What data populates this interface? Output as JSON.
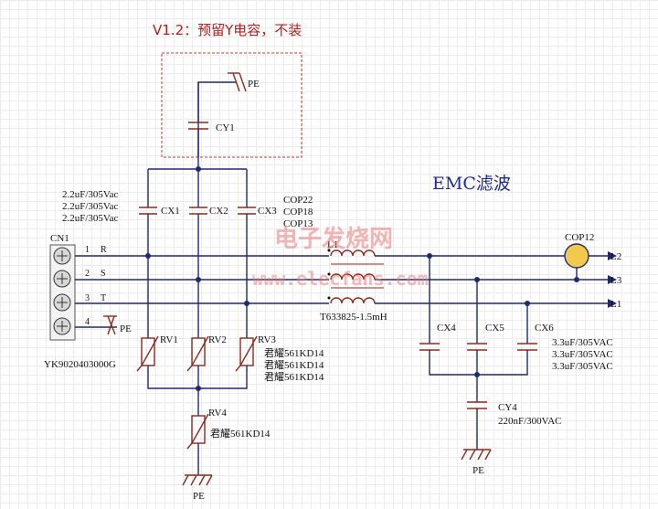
{
  "note": "V1.2：预留Y电容，不装",
  "section_title": "EMC滤波",
  "watermark": {
    "line1": "电子发烧网",
    "line2": "www.elecfans.com"
  },
  "connector": {
    "ref": "CN1",
    "part": "YK9020403000G",
    "pins": [
      {
        "num": "1",
        "net": "R"
      },
      {
        "num": "2",
        "net": "S"
      },
      {
        "num": "3",
        "net": "T"
      },
      {
        "num": "4",
        "net": "PE"
      }
    ]
  },
  "cy1": {
    "ref": "CY1",
    "pe": "PE"
  },
  "x_caps": {
    "refs": [
      "CX1",
      "CX2",
      "CX3"
    ],
    "values": [
      "2.2uF/305Vac",
      "2.2uF/305Vac",
      "2.2uF/305Vac"
    ]
  },
  "cops": [
    "COP22",
    "COP18",
    "COP13"
  ],
  "choke": {
    "ref": "L1",
    "part": "T633825-1.5mH"
  },
  "varistors": {
    "refs": [
      "RV1",
      "RV2",
      "RV3"
    ],
    "values": [
      "君耀561KD14",
      "君耀561KD14",
      "君耀561KD14"
    ]
  },
  "rv4": {
    "ref": "RV4",
    "value": "君耀561KD14",
    "pe": "PE"
  },
  "out_caps": {
    "refs": [
      "CX4",
      "CX5",
      "CX6"
    ],
    "values": [
      "3.3uF/305VAC",
      "3.3uF/305VAC",
      "3.3uF/305VAC"
    ]
  },
  "cy4": {
    "ref": "CY4",
    "value": "220nF/300VAC",
    "pe": "PE"
  },
  "cop12": "COP12",
  "outputs": [
    "L2",
    "L3",
    "L1"
  ]
}
